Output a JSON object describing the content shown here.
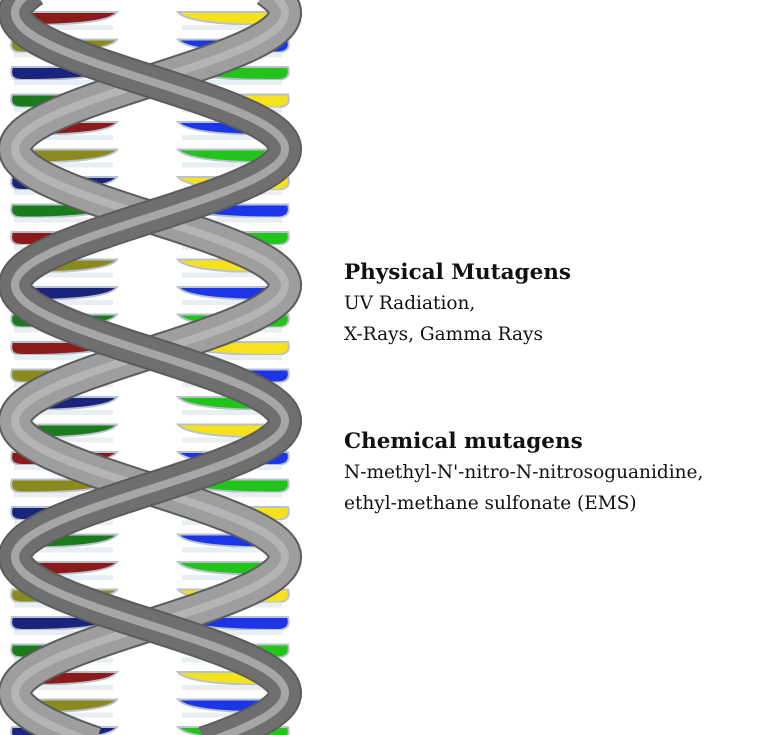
{
  "labels": {
    "physical": {
      "title": "Physical Mutagens",
      "lines": [
        "UV Radiation,",
        "X-Rays, Gamma Rays"
      ]
    },
    "chemical": {
      "title": "Chemical mutagens",
      "lines": [
        "N-methyl-N'-nitro-N-nitrosoguanidine,",
        "ethyl-methane sulfonate (EMS)"
      ]
    }
  },
  "colors": {
    "backbone": "#9e9e9e",
    "backbone_dark": "#6f6f6f",
    "backbone_edge": "#5c5c5c",
    "base_edge": "#b8c2cc",
    "left_bases": [
      "#8b1a1a",
      "#8a8a1e",
      "#1a237e",
      "#1b7a1b"
    ],
    "right_bases": [
      "#f5e21c",
      "#1c35e6",
      "#22c41c"
    ]
  }
}
